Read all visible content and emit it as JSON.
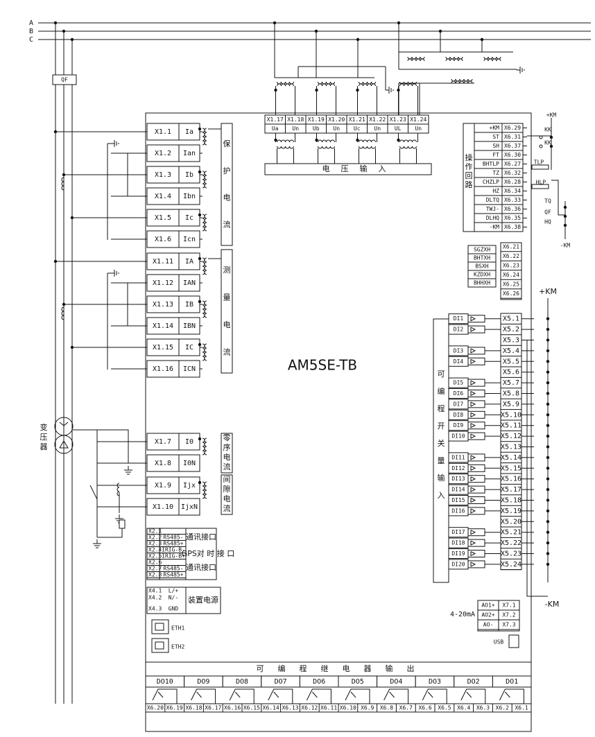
{
  "device_name": "AM5SE-TB",
  "bus_labels": [
    "A",
    "B",
    "C"
  ],
  "qf_label": "QF",
  "transformer_label": [
    "变",
    "压",
    "器"
  ],
  "voltage": {
    "terminals": [
      "X1.17",
      "X1.18",
      "X1.19",
      "X1.20",
      "X1.21",
      "X1.22",
      "X1.23",
      "X1.24"
    ],
    "names": [
      "Ua",
      "Un",
      "Ub",
      "Un",
      "Uc",
      "Un",
      "UL",
      "Un"
    ],
    "title": [
      "电",
      "压",
      "输",
      "入"
    ]
  },
  "protection_current": {
    "terminals": [
      "X1.1",
      "X1.2",
      "X1.3",
      "X1.4",
      "X1.5",
      "X1.6"
    ],
    "names": [
      "Ia",
      "Ian",
      "Ib",
      "Ibn",
      "Ic",
      "Icn"
    ],
    "title": [
      "保",
      "护",
      "电",
      "流"
    ]
  },
  "measure_current": {
    "terminals": [
      "X1.11",
      "X1.12",
      "X1.13",
      "X1.14",
      "X1.15",
      "X1.16"
    ],
    "names": [
      "IA",
      "IAN",
      "IB",
      "IBN",
      "IC",
      "ICN"
    ],
    "title": [
      "测",
      "量",
      "电",
      "流"
    ]
  },
  "zero_current": {
    "terminals": [
      "X1.7",
      "X1.8"
    ],
    "names": [
      "I0",
      "I0N"
    ],
    "title": [
      "零",
      "序",
      "电",
      "流"
    ]
  },
  "gap_current": {
    "terminals": [
      "X1.9",
      "X1.10"
    ],
    "names": [
      "Ijx",
      "IjxN"
    ],
    "title": [
      "间",
      "隙",
      "电",
      "流"
    ]
  },
  "comm": [
    {
      "terminal": "X2.1",
      "name": ""
    },
    {
      "terminal": "X2.2",
      "name": "RS485-"
    },
    {
      "terminal": "X2.3",
      "name": "RS485+"
    },
    {
      "terminal": "X2.4",
      "name": "IRIG-B-"
    },
    {
      "terminal": "X2.5",
      "name": "IRIG-B+"
    },
    {
      "terminal": "X2.6",
      "name": ""
    },
    {
      "terminal": "X2.7",
      "name": "RS485-"
    },
    {
      "terminal": "X2.8",
      "name": "RS485+"
    }
  ],
  "comm_labels": [
    "通讯接口",
    "GPS对 时 接 口",
    "通讯接口"
  ],
  "power": {
    "rows": [
      {
        "terminal": "X4.1",
        "name": "L/+"
      },
      {
        "terminal": "X4.2",
        "name": "N/-"
      },
      {
        "terminal": "X4.3",
        "name": "GND"
      }
    ],
    "label": "装置电源"
  },
  "eth": [
    "ETH1",
    "ETH2"
  ],
  "usb": "USB",
  "operation": {
    "title": [
      "操",
      "作",
      "回",
      "路"
    ],
    "rows": [
      {
        "name": "+KM",
        "terminal": "X6.29"
      },
      {
        "name": "ST",
        "terminal": "X6.31"
      },
      {
        "name": "SH",
        "terminal": "X6.37"
      },
      {
        "name": "FT",
        "terminal": "X6.30"
      },
      {
        "name": "BHTLP",
        "terminal": "X6.27"
      },
      {
        "name": "TZ",
        "terminal": "X6.32"
      },
      {
        "name": "CHZLP",
        "terminal": "X6.28"
      },
      {
        "name": "HZ",
        "terminal": "X6.34"
      },
      {
        "name": "DLTQ",
        "terminal": "X6.33"
      },
      {
        "name": "TWJ-",
        "terminal": "X6.36"
      },
      {
        "name": "DLHQ",
        "terminal": "X6.35"
      },
      {
        "name": "-KM",
        "terminal": "X6.38"
      }
    ],
    "labels": {
      "km_pos": "+KM",
      "km_neg": "-KM",
      "kk": "KK",
      "tlp": "TLP",
      "hlp": "HLP",
      "tq": "TQ",
      "qf": "QF",
      "hq": "HQ"
    }
  },
  "signals": {
    "terminals": [
      "X6.21",
      "X6.22",
      "X6.23",
      "X6.24",
      "X6.25",
      "X6.26"
    ],
    "names": [
      "SGZXH",
      "BHTXH",
      "BSXH",
      "KZDXH",
      "BHHXH"
    ]
  },
  "di": {
    "title": [
      "可",
      "编",
      "程",
      "开",
      "关",
      "量",
      "输",
      "入"
    ],
    "km_pos": "+KM",
    "km_neg": "-KM",
    "terminals": [
      "X5.1",
      "X5.2",
      "X5.3",
      "X5.4",
      "X5.5",
      "X5.6",
      "X5.7",
      "X5.8",
      "X5.9",
      "X5.10",
      "X5.11",
      "X5.12",
      "X5.13",
      "X5.14",
      "X5.15",
      "X5.16",
      "X5.17",
      "X5.18",
      "X5.19",
      "X5.20",
      "X5.21",
      "X5.22",
      "X5.23",
      "X5.24"
    ],
    "names": [
      "DI1",
      "DI2",
      "DI3",
      "DI4",
      "DI5",
      "DI6",
      "DI7",
      "DI8",
      "DI9",
      "DI10",
      "DI11",
      "DI12",
      "DI13",
      "DI14",
      "DI15",
      "DI16",
      "DI17",
      "DI18",
      "DI19",
      "DI20"
    ]
  },
  "analog_out": {
    "label": "4-20mA",
    "rows": [
      {
        "name": "AO1+",
        "terminal": "X7.1"
      },
      {
        "name": "AO2+",
        "terminal": "X7.2"
      },
      {
        "name": "AO-",
        "terminal": "X7.3"
      }
    ]
  },
  "relay_out": {
    "title": [
      "可",
      "编",
      "程",
      "继",
      "电",
      "器",
      "输",
      "出"
    ],
    "names": [
      "DO10",
      "DO9",
      "DO8",
      "DO7",
      "DO6",
      "DO5",
      "DO4",
      "DO3",
      "DO2",
      "DO1"
    ],
    "terminals": [
      "X6.20",
      "X6.19",
      "X6.18",
      "X6.17",
      "X6.16",
      "X6.15",
      "X6.14",
      "X6.13",
      "X6.12",
      "X6.11",
      "X6.10",
      "X6.9",
      "X6.8",
      "X6.7",
      "X6.6",
      "X6.5",
      "X6.4",
      "X6.3",
      "X6.2",
      "X6.1"
    ]
  }
}
